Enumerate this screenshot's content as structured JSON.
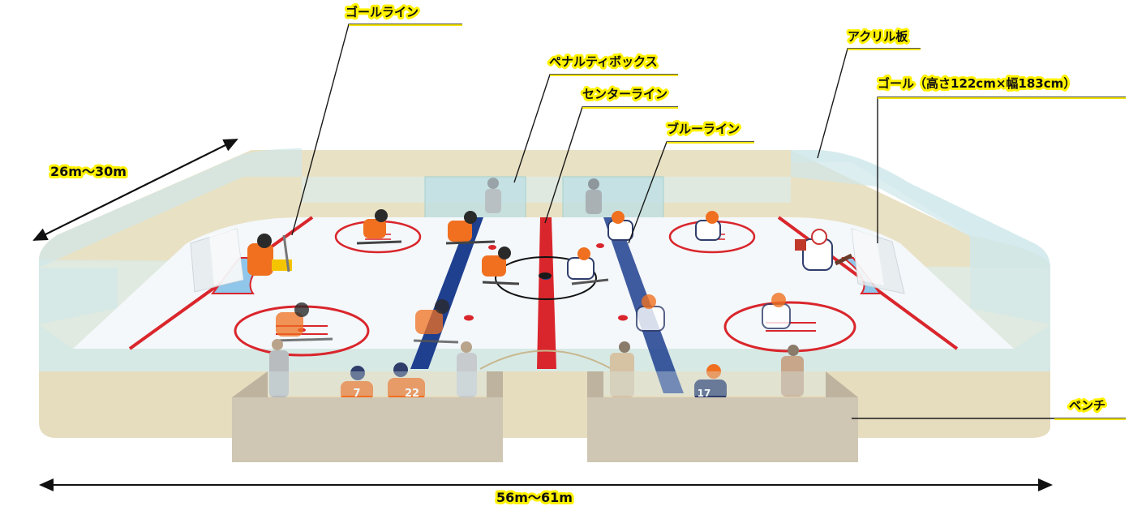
{
  "labels": {
    "goal_line": "ゴールライン",
    "penalty_box": "ペナルティボックス",
    "center_line": "センターライン",
    "blue_line": "ブルーライン",
    "acrylic": "アクリル板",
    "goal": "ゴール（高さ122cm×幅183cm）",
    "bench": "ベンチ"
  },
  "dimensions": {
    "width": "26m〜30m",
    "length": "56m〜61m"
  },
  "jerseys": {
    "bench_player_a": "7",
    "bench_player_b": "22",
    "bench_player_c": "17"
  },
  "colors": {
    "ice": "#f4f8fb",
    "red_line": "#d9262c",
    "blue_line": "#1f3f8f",
    "glass": "#cfe7ea",
    "board": "#ebe3c6",
    "bench": "#d6cdbb",
    "label_bg": "#fff200",
    "orange_team": "#f07020",
    "navy_team": "#2f3d6b"
  }
}
